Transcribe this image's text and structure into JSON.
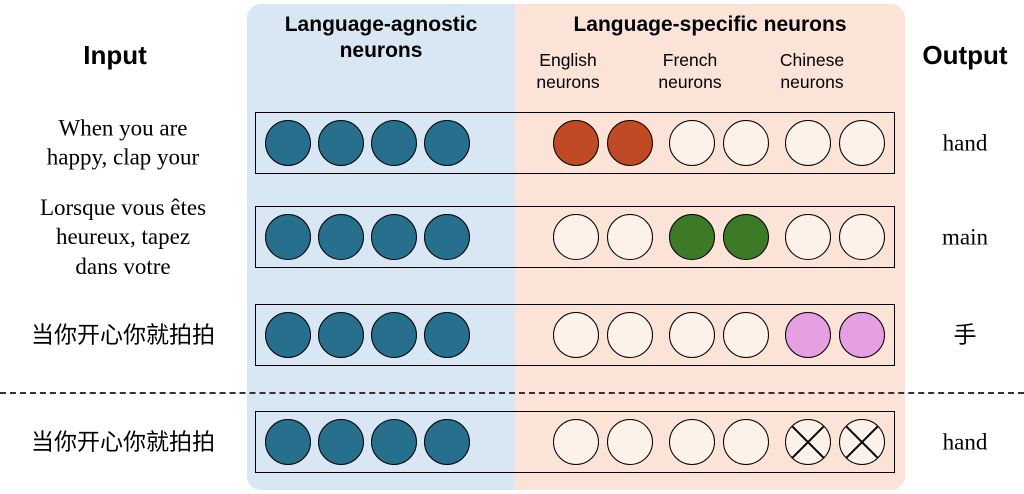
{
  "headers": {
    "input": "Input",
    "output": "Output",
    "agnostic": "Language-agnostic neurons",
    "specific": "Language-specific neurons",
    "sublabels": [
      "English neurons",
      "French neurons",
      "Chinese neurons"
    ]
  },
  "colors": {
    "agnostic_panel": "#d9e7f4",
    "specific_panel": "#fce3d7",
    "agnostic": "#26708e",
    "english": "#c04a24",
    "french": "#3d7a27",
    "chinese": "#e59fe3",
    "empty": "#fdf2ea"
  },
  "rows": [
    {
      "input": "When you are\nhappy, clap your",
      "output": "hand",
      "neurons": [
        "agnostic",
        "agnostic",
        "agnostic",
        "agnostic",
        "english",
        "english",
        "empty",
        "empty",
        "empty",
        "empty"
      ]
    },
    {
      "input": "Lorsque vous êtes\nheureux, tapez\ndans votre",
      "output": "main",
      "neurons": [
        "agnostic",
        "agnostic",
        "agnostic",
        "agnostic",
        "empty",
        "empty",
        "french",
        "french",
        "empty",
        "empty"
      ]
    },
    {
      "input": "当你开心你就拍拍",
      "output": "手",
      "neurons": [
        "agnostic",
        "agnostic",
        "agnostic",
        "agnostic",
        "empty",
        "empty",
        "empty",
        "empty",
        "chinese",
        "chinese"
      ]
    },
    {
      "input": "当你开心你就拍拍",
      "output": "hand",
      "neurons": [
        "agnostic",
        "agnostic",
        "agnostic",
        "agnostic",
        "empty",
        "empty",
        "empty",
        "empty",
        "crossed",
        "crossed"
      ]
    }
  ]
}
